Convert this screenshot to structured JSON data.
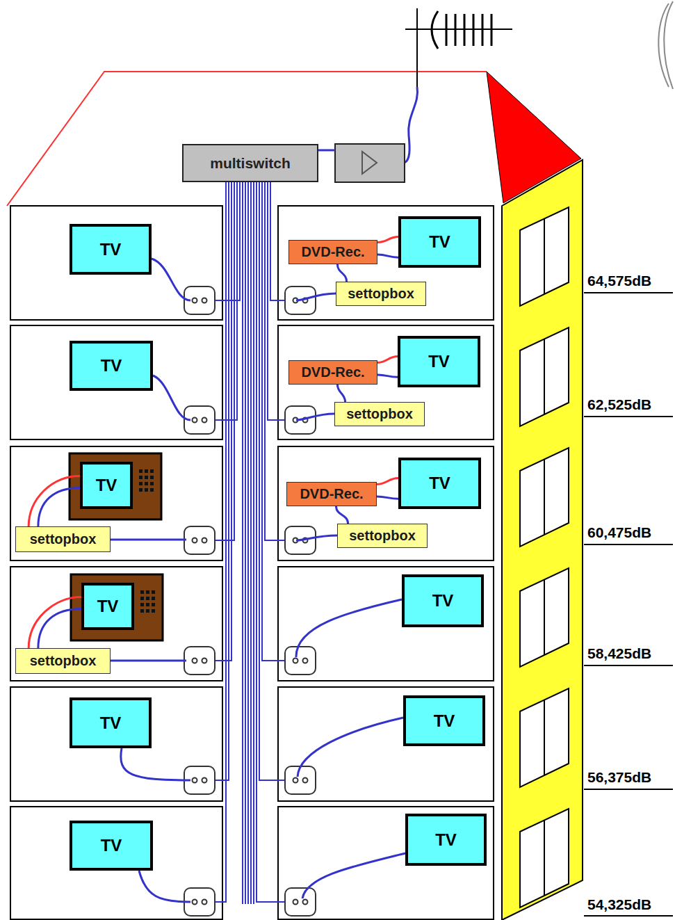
{
  "diagram": {
    "nodes": [
      {
        "text": [
          "multiswitch"
        ]
      },
      {
        "text": [
          "TV"
        ]
      },
      {
        "text": [
          "TV"
        ]
      },
      {
        "text": [
          "DVD-Rec."
        ]
      },
      {
        "text": [
          "settopbox"
        ]
      },
      {
        "text": [
          "TV"
        ]
      },
      {
        "text": [
          "TV"
        ]
      },
      {
        "text": [
          "DVD-Rec."
        ]
      },
      {
        "text": [
          "settopbox"
        ]
      },
      {
        "text": [
          "TV"
        ]
      },
      {
        "text": [
          "TV"
        ]
      },
      {
        "text": [
          "DVD-Rec."
        ]
      },
      {
        "text": [
          "settopbox"
        ]
      },
      {
        "text": [
          "settopbox"
        ]
      },
      {
        "text": [
          "TV"
        ]
      },
      {
        "text": [
          "TV"
        ]
      },
      {
        "text": [
          "settopbox"
        ]
      },
      {
        "text": [
          "TV"
        ]
      },
      {
        "text": [
          "TV"
        ]
      },
      {
        "text": [
          "TV"
        ]
      },
      {
        "text": [
          "TV"
        ]
      }
    ],
    "edges": [
      {
        "from": 3,
        "to": 2,
        "arrow": "none"
      },
      {
        "from": 3,
        "to": 2,
        "arrow": "none"
      },
      {
        "from": 4,
        "to": 3,
        "arrow": "none"
      },
      {
        "from": 7,
        "to": 6,
        "arrow": "none"
      },
      {
        "from": 7,
        "to": 6,
        "arrow": "none"
      },
      {
        "from": 8,
        "to": 7,
        "arrow": "none"
      },
      {
        "from": 12,
        "to": 9,
        "arrow": "none"
      },
      {
        "from": 12,
        "to": 9,
        "arrow": "none"
      },
      {
        "from": 11,
        "to": 10,
        "arrow": "none"
      },
      {
        "from": 11,
        "to": 10,
        "arrow": "none"
      },
      {
        "from": 13,
        "to": 11,
        "arrow": "none"
      },
      {
        "from": 16,
        "to": 14,
        "arrow": "none"
      },
      {
        "from": 16,
        "to": 14,
        "arrow": "none"
      }
    ],
    "labels": [
      "64,575dB",
      "62,525dB",
      "60,475dB",
      "58,425dB",
      "56,375dB",
      "54,325dB"
    ]
  }
}
